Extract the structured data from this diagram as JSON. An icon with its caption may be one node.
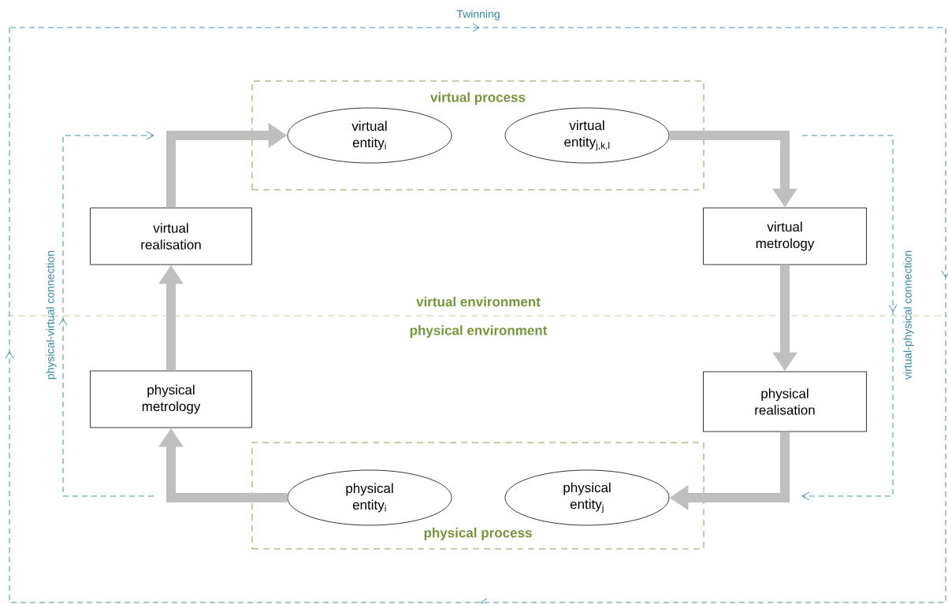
{
  "diagram": {
    "nodes": [
      {
        "text": [
          "virtual process"
        ]
      },
      {
        "text": [
          "virtual entity$_{i}$"
        ],
        "in": 0
      },
      {
        "text": [
          "virtual entity$_{j,k,l}$"
        ],
        "in": 0
      },
      {
        "text": [
          "virtual realisation"
        ]
      },
      {
        "text": [
          "virtual metrology"
        ]
      },
      {
        "text": [
          "physical metrology"
        ]
      },
      {
        "text": [
          "physical realisation"
        ]
      },
      {
        "text": [
          "physical process"
        ]
      },
      {
        "text": [
          "physical entity$_{i}$"
        ],
        "in": 7
      },
      {
        "text": [
          "physical entity$_{j}$"
        ],
        "in": 7
      }
    ],
    "edges": [
      {
        "from": 3,
        "to": 1,
        "arrow": "to"
      },
      {
        "from": 2,
        "to": 4,
        "arrow": "to"
      },
      {
        "from": 4,
        "to": 6,
        "arrow": "to"
      },
      {
        "from": 6,
        "to": 9,
        "arrow": "to"
      },
      {
        "from": 8,
        "to": 5,
        "arrow": "to"
      },
      {
        "from": 5,
        "to": 3,
        "arrow": "to"
      }
    ],
    "labels": [
      "Twinning",
      "physical-virtual connection",
      "virtual environment",
      "physical environment",
      "virtual-physical connection"
    ]
  }
}
